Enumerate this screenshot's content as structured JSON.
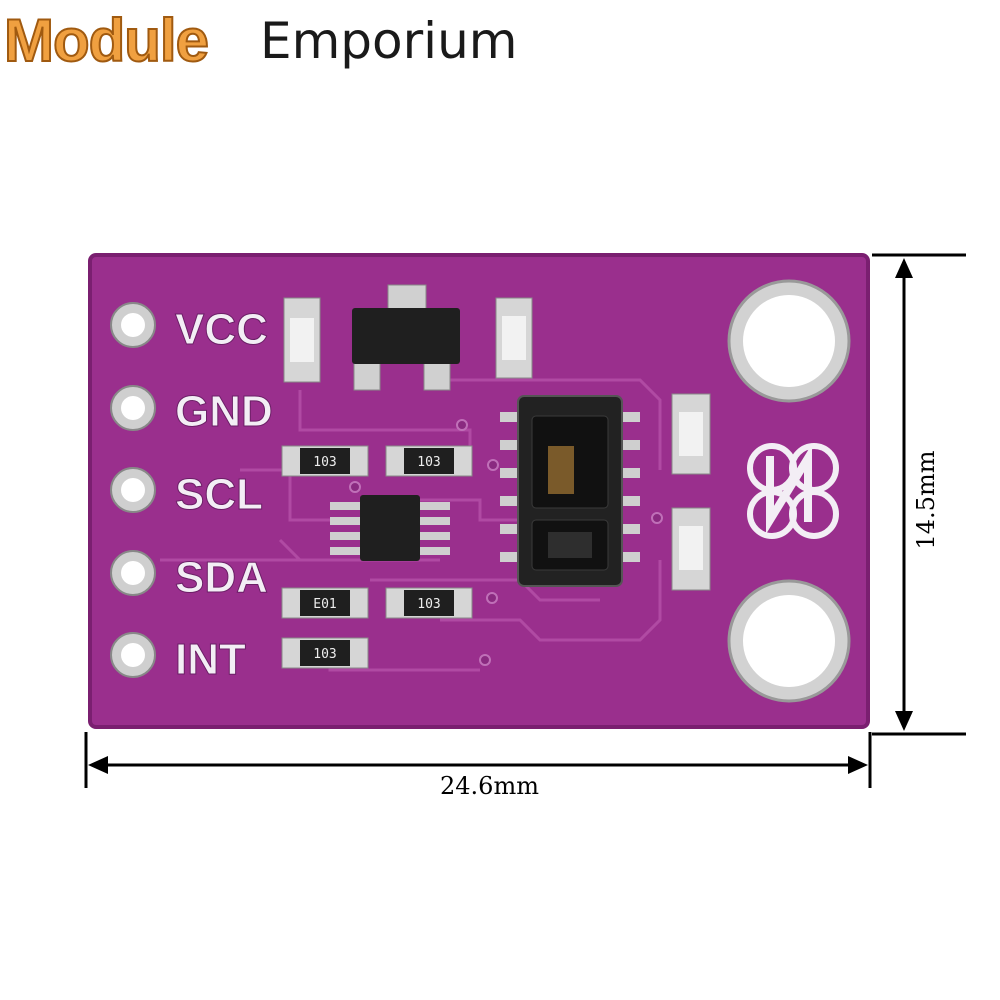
{
  "logo": {
    "module": "Module",
    "emporium": "Emporium"
  },
  "board": {
    "pins": [
      "VCC",
      "GND",
      "SCL",
      "SDA",
      "INT"
    ],
    "resistor_codes": [
      "103",
      "103",
      "E01",
      "103",
      "103"
    ],
    "colors": {
      "pcb": "#9a2f8d",
      "pad": "#d9d9d9",
      "chip": "#222222",
      "text": "#f3eef5"
    }
  },
  "dimensions": {
    "width": "24.6mm",
    "height": "14.5mm"
  }
}
